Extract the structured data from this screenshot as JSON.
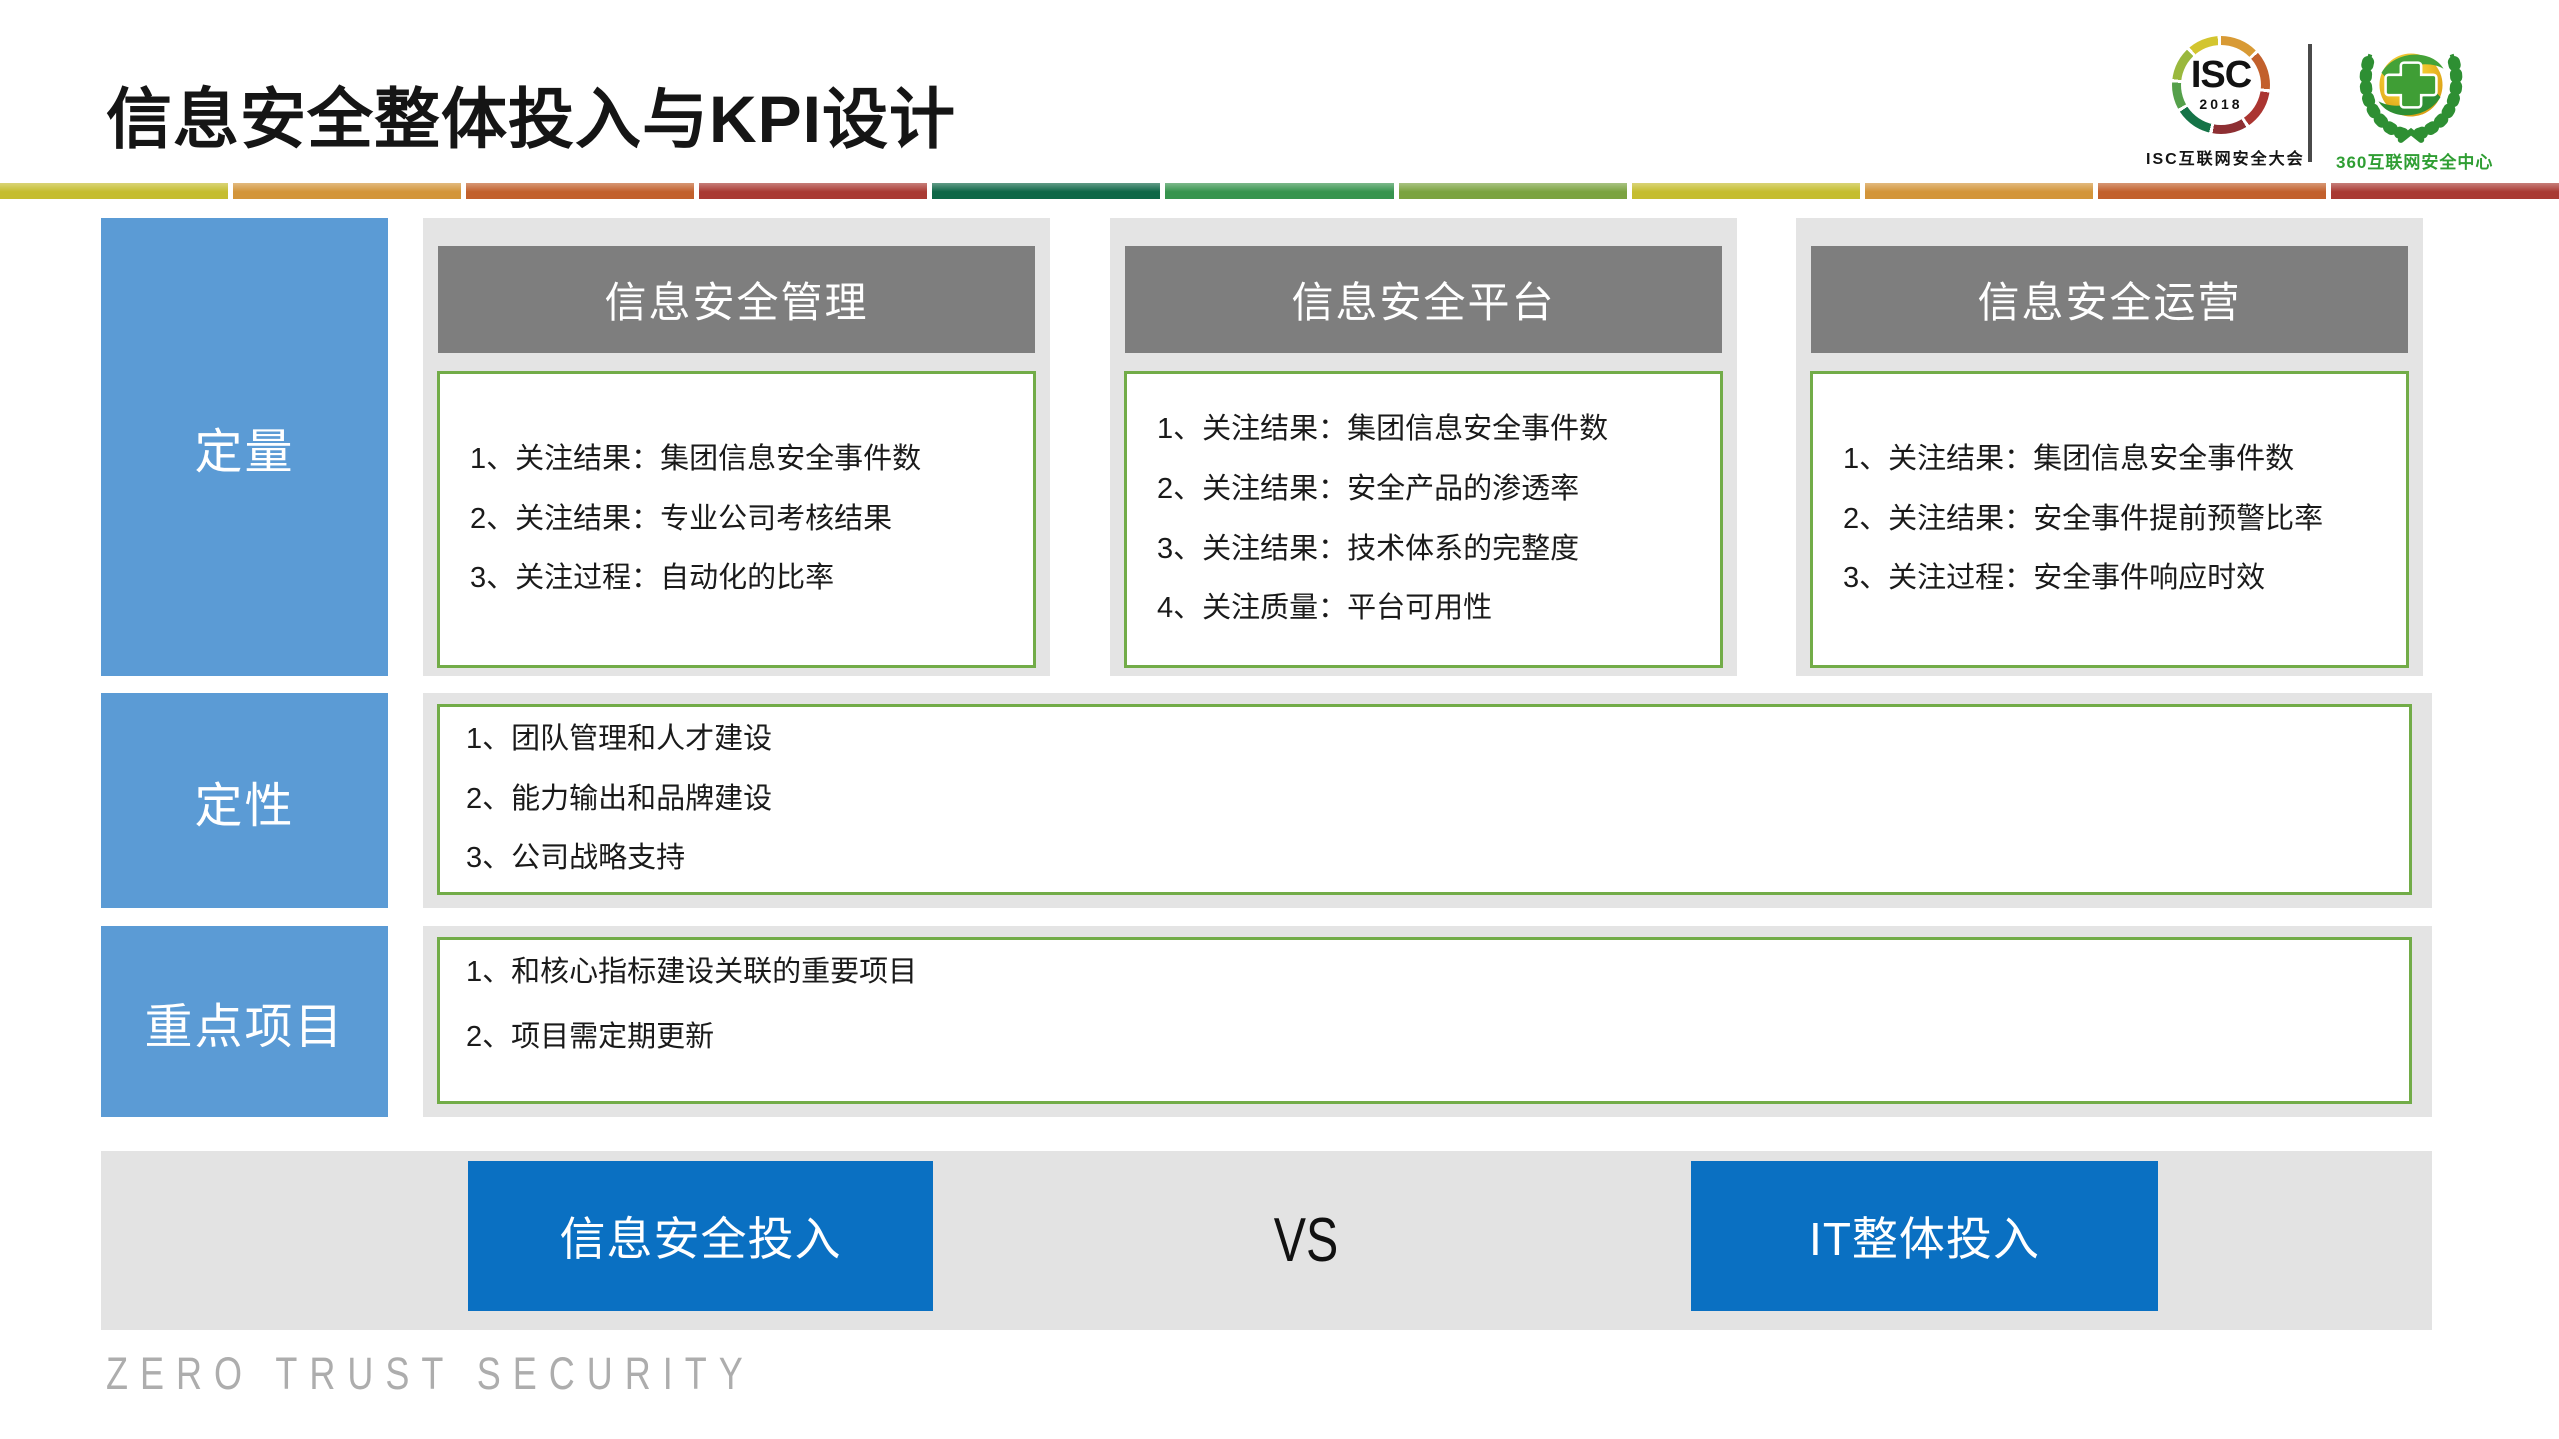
{
  "slide": {
    "title": "信息安全整体投入与KPI设计",
    "watermark": "ZERO TRUST SECURITY"
  },
  "logos": {
    "isc": {
      "acronym": "ISC",
      "year": "2018",
      "caption": "ISC互联网安全大会"
    },
    "brand360": {
      "caption": "360互联网安全中心"
    }
  },
  "stripe_colors": [
    "#c5bd2f",
    "#d3953a",
    "#c2602c",
    "#a93a33",
    "#0e6747",
    "#37944e",
    "#7ba340",
    "#c5bd2f",
    "#d3953a",
    "#c2602c",
    "#a93a33"
  ],
  "rows": [
    {
      "label": "定量"
    },
    {
      "label": "定性"
    },
    {
      "label": "重点项目"
    }
  ],
  "columns": [
    {
      "header": "信息安全管理",
      "items": [
        "1、关注结果：集团信息安全事件数",
        "2、关注结果：专业公司考核结果",
        "3、关注过程：自动化的比率"
      ]
    },
    {
      "header": "信息安全平台",
      "items": [
        "1、关注结果：集团信息安全事件数",
        "2、关注结果：安全产品的渗透率",
        "3、关注结果：技术体系的完整度",
        "4、关注质量：平台可用性"
      ]
    },
    {
      "header": "信息安全运营",
      "items": [
        "1、关注结果：集团信息安全事件数",
        "2、关注结果：安全事件提前预警比率",
        "3、关注过程：安全事件响应时效"
      ]
    }
  ],
  "qualitative_items": [
    "1、团队管理和人才建设",
    "2、能力输出和品牌建设",
    "3、公司战略支持"
  ],
  "key_project_items": [
    "1、和核心指标建设关联的重要项目",
    "2、项目需定期更新"
  ],
  "comparison": {
    "left": "信息安全投入",
    "vs": "VS",
    "right": "IT整体投入"
  },
  "colors": {
    "sidebar_blue": "#5b9bd5",
    "button_blue": "#0a70c2",
    "header_gray": "#7e7e7e",
    "panel_gray": "#e4e4e4",
    "green_border": "#72ac48",
    "watermark_gray": "#adadad"
  }
}
